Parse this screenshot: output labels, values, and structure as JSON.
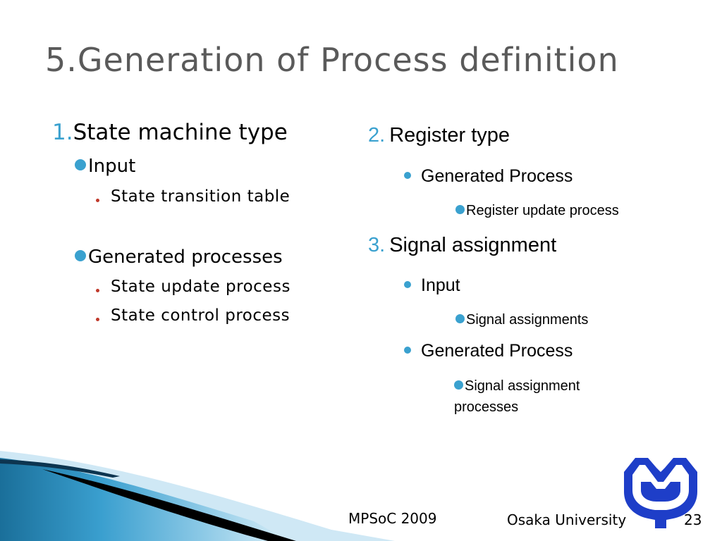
{
  "title": "5.Generation of Process definition",
  "left": {
    "heading_number": "1.",
    "heading": "State machine type",
    "sections": [
      {
        "label": "Input",
        "items": [
          "State transition table"
        ]
      },
      {
        "label": "Generated processes",
        "items": [
          "State update process",
          "State control process"
        ]
      }
    ]
  },
  "right": {
    "register": {
      "number": "2.",
      "label": "Register type",
      "sub_label": "Generated Process",
      "item": "Register update process"
    },
    "signal": {
      "number": "3.",
      "label": "Signal assignment",
      "input_label": "Input",
      "input_item": "Signal assignments",
      "generated_label": "Generated Process",
      "generated_item": "Signal assignment processes"
    }
  },
  "footer": {
    "conference": "MPSoC 2009",
    "university": "Osaka University",
    "page_number": "23"
  },
  "colors": {
    "accent": "#3aa1cf",
    "title": "#5a5a5a",
    "logo": "#1e3ec8",
    "small_bullet": "#c0392b"
  },
  "logo": {
    "icon": "osaka-university-logo-icon"
  }
}
